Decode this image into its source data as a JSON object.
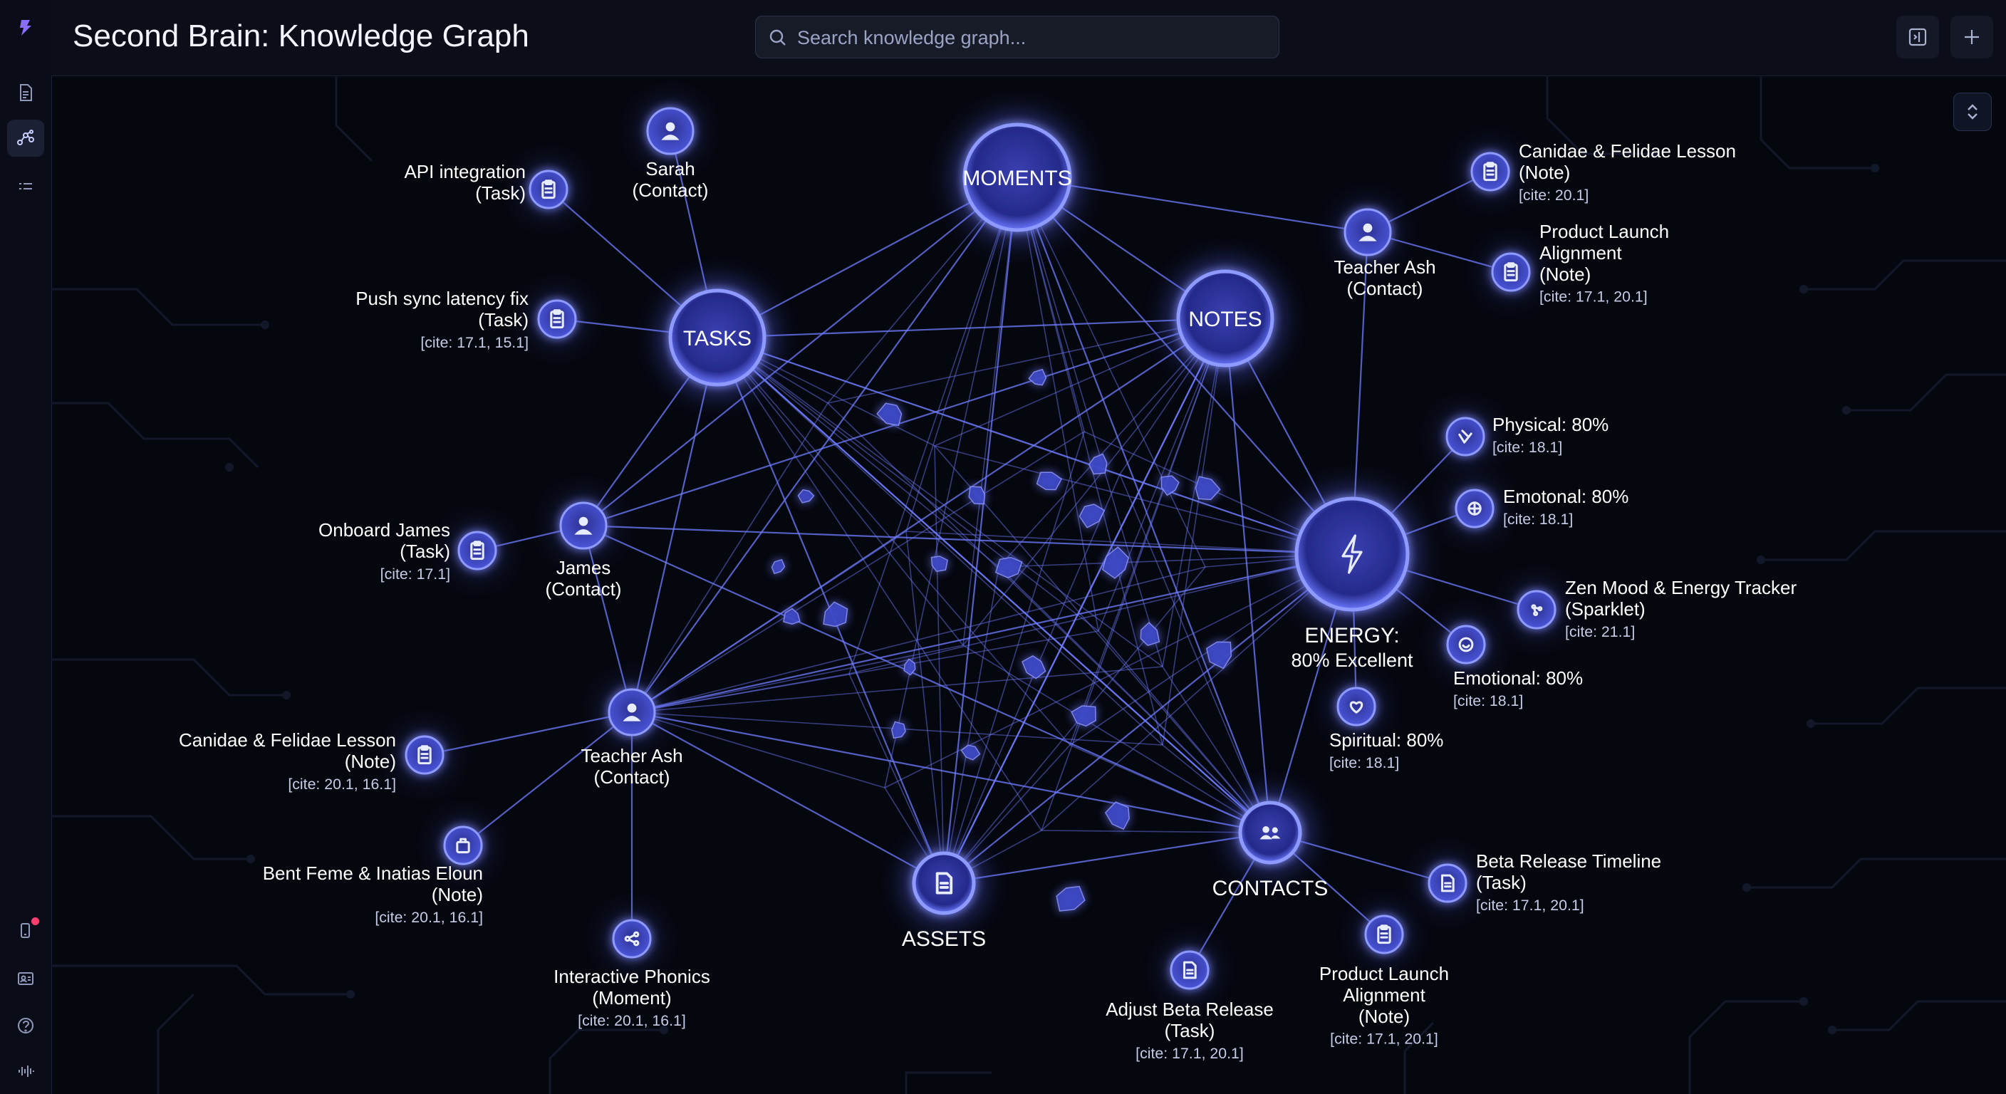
{
  "header": {
    "title": "Second Brain: Knowledge Graph",
    "search_placeholder": "Search knowledge graph..."
  },
  "theme": {
    "background": "#05070f",
    "edge": "#6f7dff",
    "node_glow": "#5d6bff",
    "node_fill": "#2a2f8f",
    "text": "#ffffff",
    "cite_text": "#c6cbe6",
    "alert_dot": "#ff3d6e"
  },
  "graph": {
    "hubs": [
      {
        "id": "moments",
        "label": "MOMENTS"
      },
      {
        "id": "tasks",
        "label": "TASKS"
      },
      {
        "id": "notes",
        "label": "NOTES"
      },
      {
        "id": "energy",
        "label": "ENERGY:",
        "sublabel": "80% Excellent",
        "icon": "lightning-icon"
      },
      {
        "id": "assets",
        "label": "ASSETS",
        "icon": "document-icon"
      },
      {
        "id": "contacts",
        "label": "CONTACTS",
        "icon": "group-icon"
      }
    ],
    "nodes": [
      {
        "id": "api-integration",
        "lines": [
          "API integration",
          "(Task)"
        ],
        "icon": "clipboard-icon"
      },
      {
        "id": "sarah",
        "lines": [
          "Sarah",
          "(Contact)"
        ],
        "icon": "person-icon"
      },
      {
        "id": "push-sync",
        "lines": [
          "Push sync latency fix",
          "(Task)"
        ],
        "cite": "[cite: 17.1, 15.1]",
        "icon": "clipboard-icon"
      },
      {
        "id": "onboard-james",
        "lines": [
          "Onboard James",
          "(Task)"
        ],
        "cite": "[cite: 17.1]",
        "icon": "clipboard-icon"
      },
      {
        "id": "james",
        "lines": [
          "James",
          "(Contact)"
        ],
        "icon": "person-icon"
      },
      {
        "id": "teacher-ash-left",
        "lines": [
          "Teacher Ash",
          "(Contact)"
        ],
        "icon": "person-icon"
      },
      {
        "id": "canidae-left",
        "lines": [
          "Canidae & Felidae Lesson",
          "(Note)"
        ],
        "cite": "[cite: 20.1, 16.1]",
        "icon": "clipboard-icon"
      },
      {
        "id": "bent-feme",
        "lines": [
          "Bent Feme & Inatias Eloun",
          "(Note)"
        ],
        "cite": "[cite: 20.1, 16.1]",
        "icon": "bag-icon"
      },
      {
        "id": "interactive-phonics",
        "lines": [
          "Interactive Phonics",
          "(Moment)"
        ],
        "cite": "[cite: 20.1, 16.1]",
        "icon": "share-icon"
      },
      {
        "id": "teacher-ash-right",
        "lines": [
          "Teacher Ash",
          "(Contact)"
        ],
        "icon": "person-icon"
      },
      {
        "id": "canidae-right",
        "lines": [
          "Canidae & Felidae Lesson",
          "(Note)"
        ],
        "cite": "[cite: 20.1]",
        "icon": "clipboard-icon"
      },
      {
        "id": "product-launch-top",
        "lines": [
          "Product Launch",
          "Alignment",
          "(Note)"
        ],
        "cite": "[cite: 17.1, 20.1]",
        "icon": "clipboard-icon"
      },
      {
        "id": "physical",
        "lines": [
          "Physical: 80%"
        ],
        "cite": "[cite: 18.1]",
        "icon": "bolt-icon"
      },
      {
        "id": "emotonal",
        "lines": [
          "Emotonal: 80%"
        ],
        "cite": "[cite: 18.1]",
        "icon": "brain-icon"
      },
      {
        "id": "zen-mood",
        "lines": [
          "Zen Mood & Energy Tracker",
          "(Sparklet)"
        ],
        "cite": "[cite: 21.1]",
        "icon": "sparkle-icon"
      },
      {
        "id": "emotional",
        "lines": [
          "Emotional: 80%"
        ],
        "cite": "[cite: 18.1]",
        "icon": "smile-icon"
      },
      {
        "id": "spiritual",
        "lines": [
          "Spiritual: 80%"
        ],
        "cite": "[cite: 18.1]",
        "icon": "heart-icon"
      },
      {
        "id": "beta-release",
        "lines": [
          "Beta  Release Timeline",
          "(Task)"
        ],
        "cite": "[cite: 17.1, 20.1]",
        "icon": "document-icon"
      },
      {
        "id": "product-launch-bottom",
        "lines": [
          "Product Launch",
          "Alignment",
          "(Note)"
        ],
        "cite": "[cite: 17.1, 20.1]",
        "icon": "clipboard-icon"
      },
      {
        "id": "adjust-beta",
        "lines": [
          "Adjust Beta Release",
          "(Task)"
        ],
        "cite": "[cite: 17.1, 20.1]",
        "icon": "document-icon"
      }
    ]
  }
}
